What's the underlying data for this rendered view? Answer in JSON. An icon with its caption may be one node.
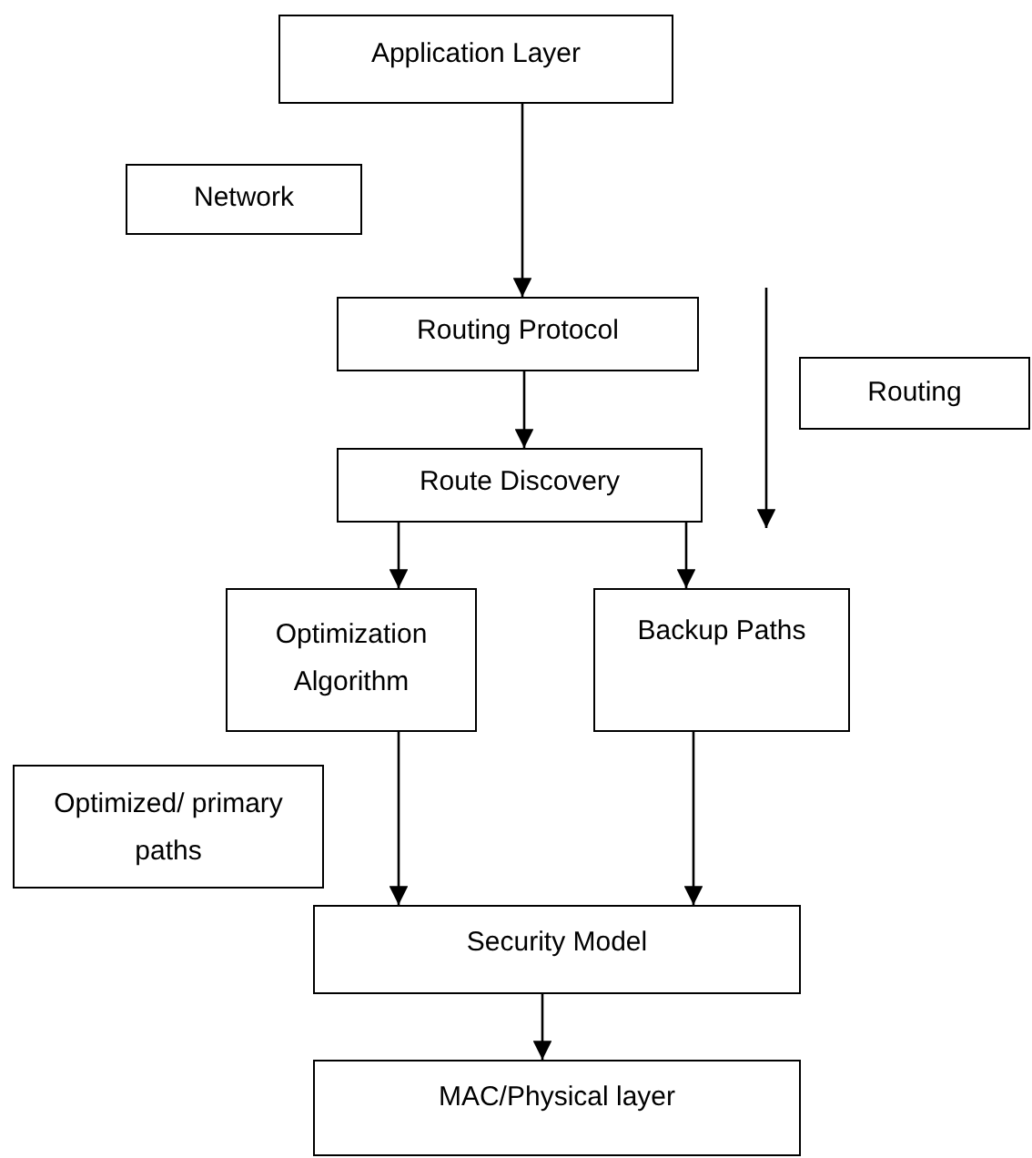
{
  "diagram": {
    "nodes": [
      {
        "text": [
          "Application Layer"
        ]
      },
      {
        "text": [
          "Network"
        ]
      },
      {
        "text": [
          "Routing Protocol"
        ]
      },
      {
        "text": [
          "Routing"
        ]
      },
      {
        "text": [
          "Route Discovery"
        ]
      },
      {
        "text": [
          "Optimization Algorithm"
        ]
      },
      {
        "text": [
          "Backup Paths"
        ]
      },
      {
        "text": [
          "Optimized/ primary paths"
        ]
      },
      {
        "text": [
          "Security Model"
        ]
      },
      {
        "text": [
          "MAC/Physical layer"
        ]
      }
    ],
    "edges": [
      {
        "from": 0,
        "to": 2,
        "arrow": "to"
      },
      {
        "from": 2,
        "to": 4,
        "arrow": "to"
      },
      {
        "from": 4,
        "to": 5,
        "arrow": "to"
      },
      {
        "from": 4,
        "to": 6,
        "arrow": "to"
      },
      {
        "from": 5,
        "to": 8,
        "arrow": "to"
      },
      {
        "from": 6,
        "to": 8,
        "arrow": "to"
      },
      {
        "from": 8,
        "to": 9,
        "arrow": "to"
      }
    ]
  }
}
